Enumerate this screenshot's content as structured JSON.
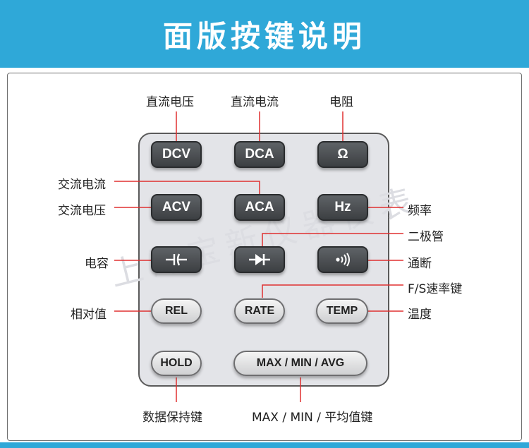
{
  "header": {
    "title": "面版按键说明"
  },
  "watermark": "上海宝新仪器仪表",
  "keys": {
    "dcv": "DCV",
    "dca": "DCA",
    "ohm": "Ω",
    "acv": "ACV",
    "aca": "ACA",
    "hz": "Hz",
    "rel": "REL",
    "rate": "RATE",
    "temp": "TEMP",
    "hold": "HOLD",
    "maxminavg": "MAX / MIN / AVG"
  },
  "labels": {
    "dcv": "直流电压",
    "dca": "直流电流",
    "ohm": "电阻",
    "aca": "交流电流",
    "acv": "交流电压",
    "hz": "频率",
    "diode": "二极管",
    "cap": "电容",
    "continuity": "通断",
    "rate": "F/S速率键",
    "rel": "相对值",
    "temp": "温度",
    "hold": "数据保持键",
    "maxminavg": "MAX / MIN / 平均值键"
  },
  "icons": {
    "capacitor": "capacitor-icon",
    "diode": "diode-icon",
    "continuity": "sound-wave-icon"
  },
  "colors": {
    "header": "#2fa8d8",
    "leader": "#e03030",
    "dark_key": "#45484b",
    "light_key": "#e6e6e6"
  }
}
